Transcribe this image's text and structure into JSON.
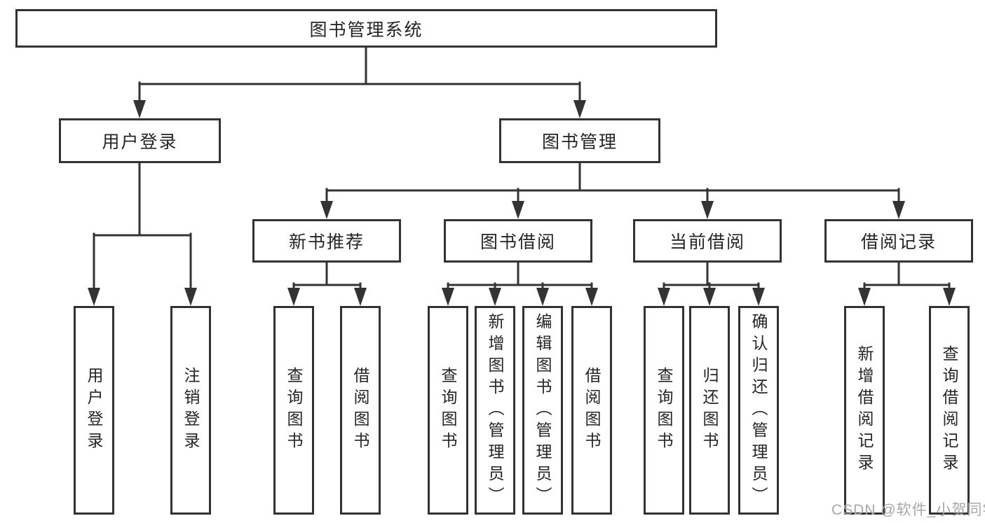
{
  "tree": {
    "root": {
      "label": "图书管理系统"
    },
    "user_login": {
      "label": "用户登录",
      "children": [
        {
          "label": "用户登录"
        },
        {
          "label": "注销登录"
        }
      ]
    },
    "book_management": {
      "label": "图书管理",
      "modules": [
        {
          "label": "新书推荐",
          "children": [
            {
              "label": "查询图书"
            },
            {
              "label": "借阅图书"
            }
          ]
        },
        {
          "label": "图书借阅",
          "children": [
            {
              "label": "查询图书"
            },
            {
              "label": "新增图书（管理员）"
            },
            {
              "label": "编辑图书（管理员）"
            },
            {
              "label": "借阅图书"
            }
          ]
        },
        {
          "label": "当前借阅",
          "children": [
            {
              "label": "查询图书"
            },
            {
              "label": "归还图书"
            },
            {
              "label": "确认归还（管理员）"
            }
          ]
        },
        {
          "label": "借阅记录",
          "children": [
            {
              "label": "新增借阅记录"
            },
            {
              "label": "查询借阅记录"
            }
          ]
        }
      ]
    }
  },
  "watermark": {
    "text": "CSDN @软件_小贺同学"
  },
  "colors": {
    "line": "#333333",
    "box_border": "#333333",
    "text": "#252525",
    "watermark": "#a8a8a8",
    "background": "#ffffff"
  }
}
